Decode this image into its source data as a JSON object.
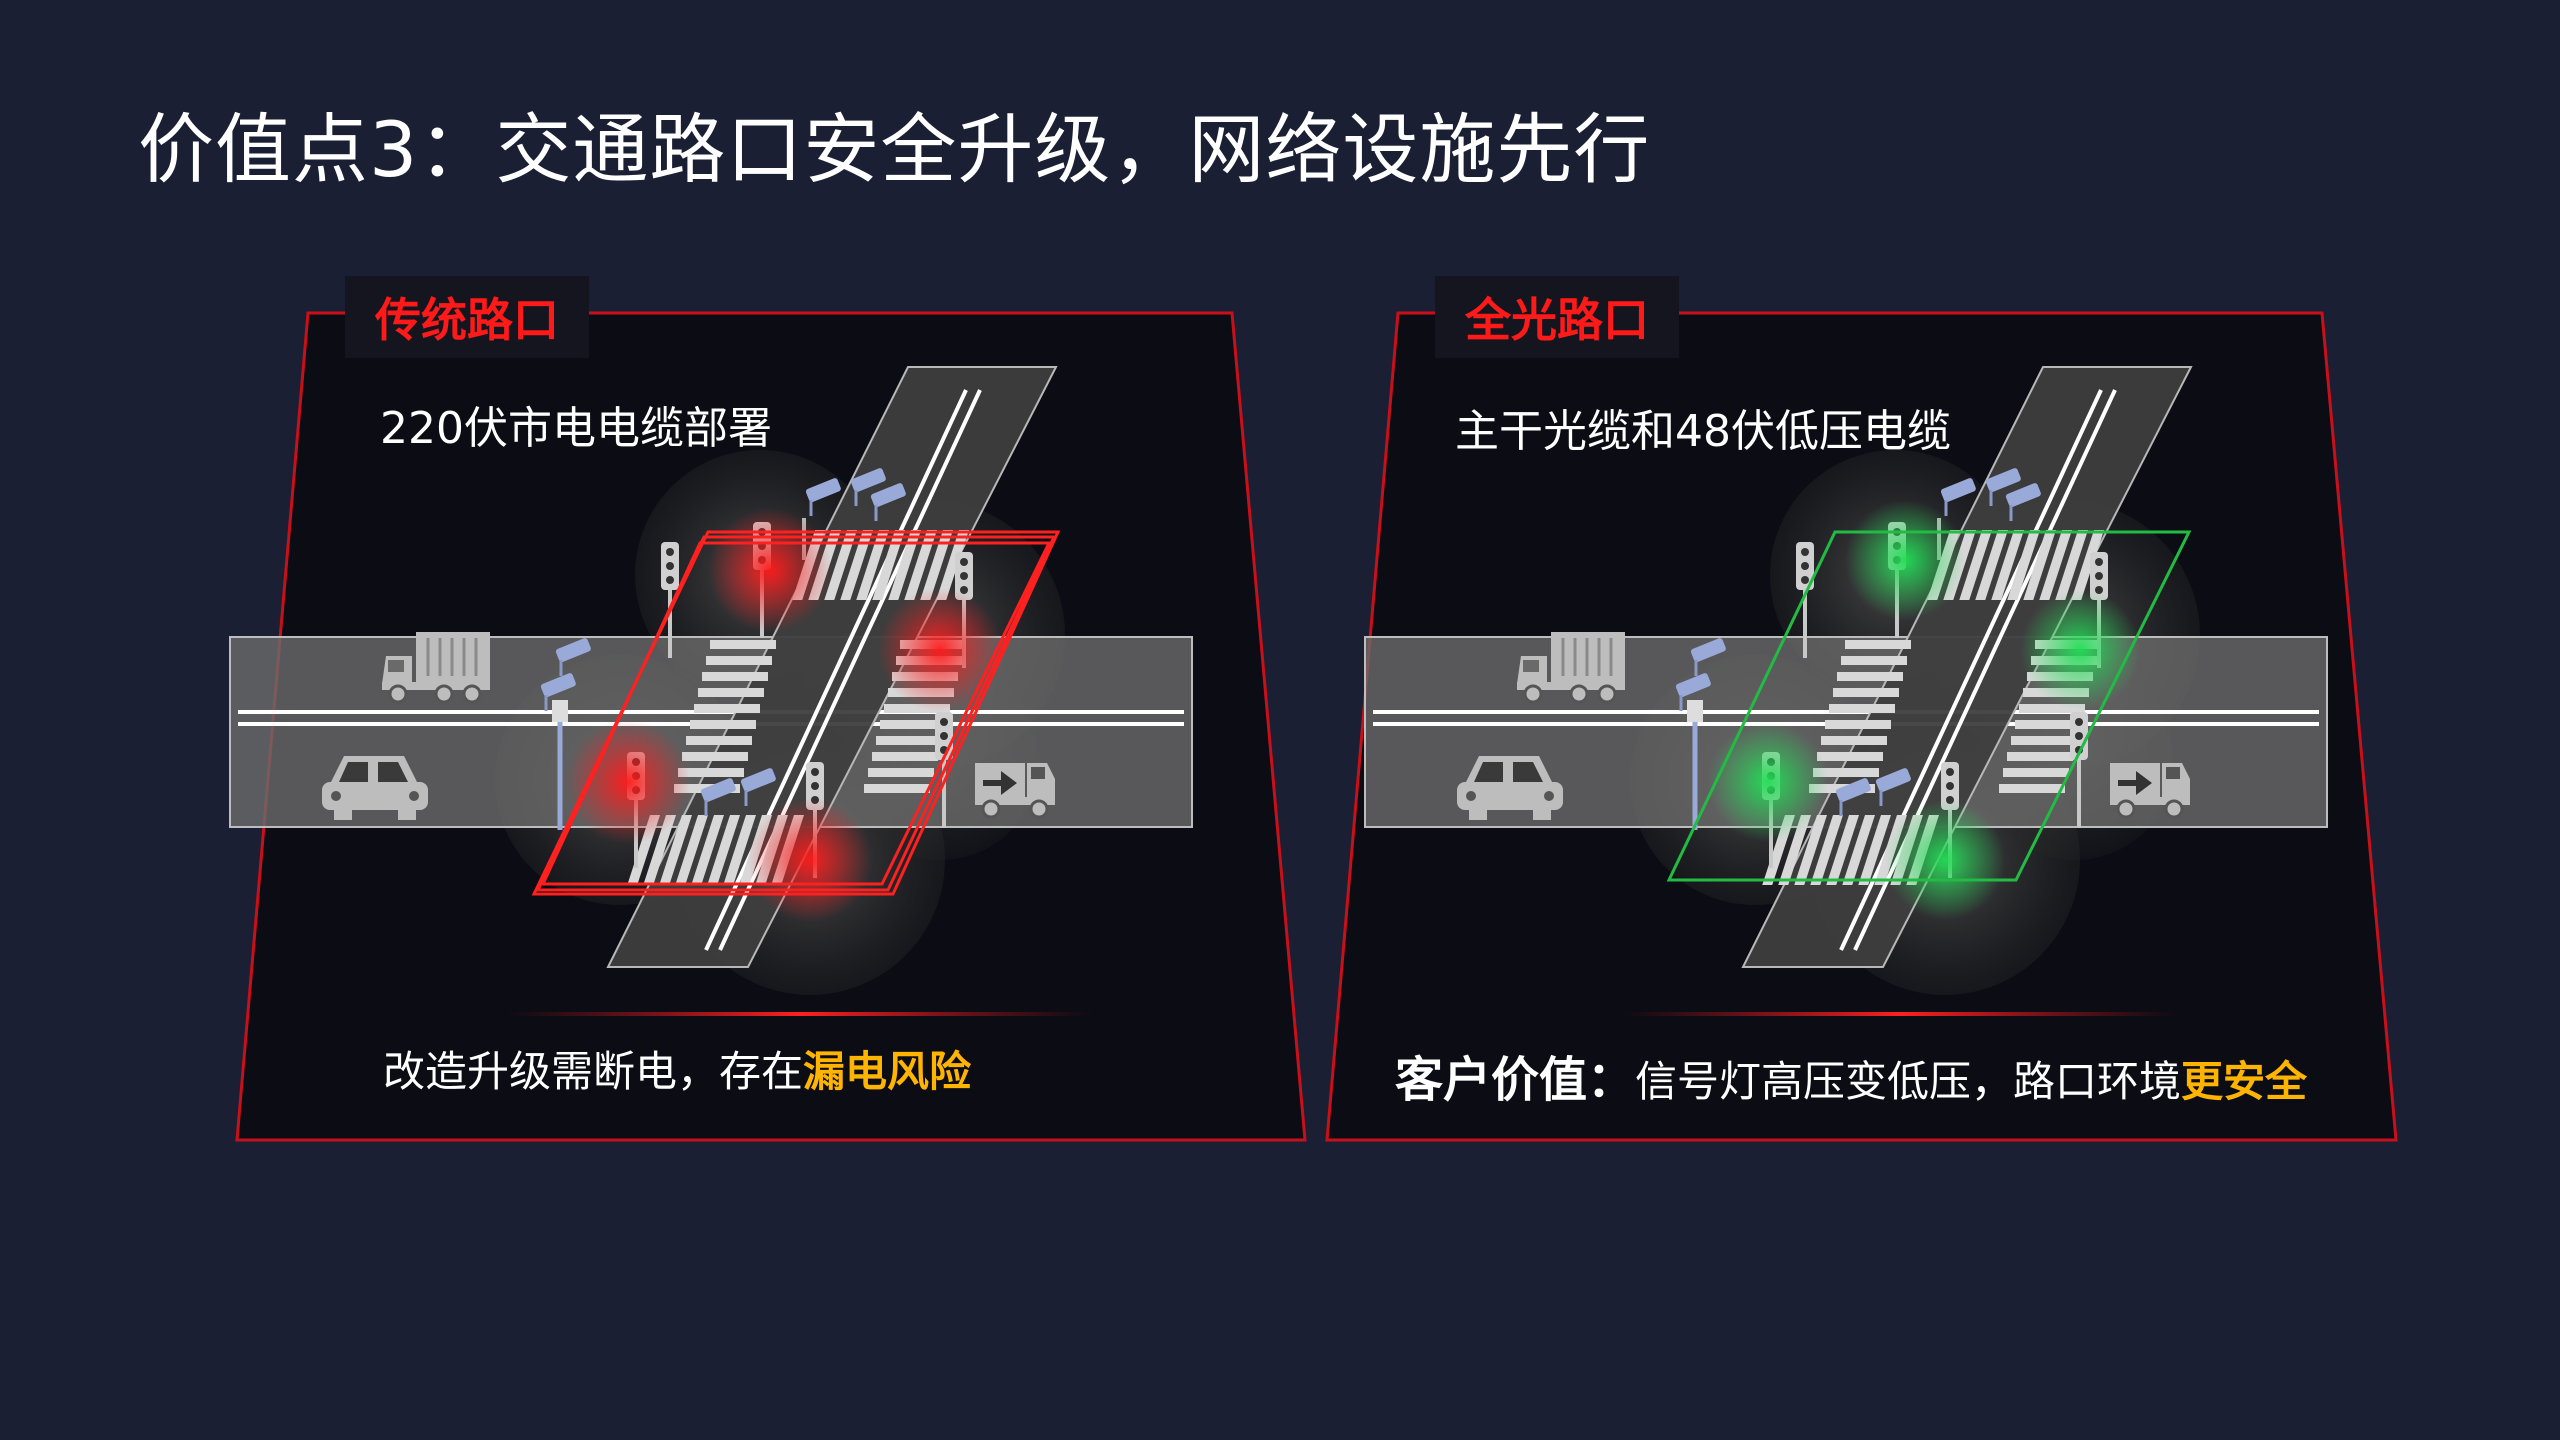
{
  "title": "价值点3：交通路口安全升级，网络设施先行",
  "colors": {
    "background": "#1a1f33",
    "panel_fill": "#0b0c14",
    "panel_border": "#c8101a",
    "tag_text": "#ff1a1a",
    "highlight": "#ffb400",
    "risk_glow": "#ff1a1a",
    "safe_glow": "#22dd55"
  },
  "panels": [
    {
      "id": "traditional",
      "tag": "传统路口",
      "subtitle": "220伏市电电缆部署",
      "caption_prefix": "改造升级需断电，存在",
      "caption_highlight": "漏电风险",
      "highlight_color": "#ff1a1a",
      "icons": [
        "truck-icon",
        "car-icon",
        "tow-truck-icon",
        "traffic-light-icon",
        "cctv-camera-icon",
        "crosswalk-icon"
      ]
    },
    {
      "id": "all-optical",
      "tag": "全光路口",
      "subtitle": "主干光缆和48伏低压电缆",
      "caption_lead": "客户价值：",
      "caption_prefix": "信号灯高压变低压，路口环境",
      "caption_highlight": "更安全",
      "highlight_color": "#22dd55",
      "icons": [
        "truck-icon",
        "car-icon",
        "tow-truck-icon",
        "traffic-light-icon",
        "cctv-camera-icon",
        "crosswalk-icon"
      ]
    }
  ]
}
